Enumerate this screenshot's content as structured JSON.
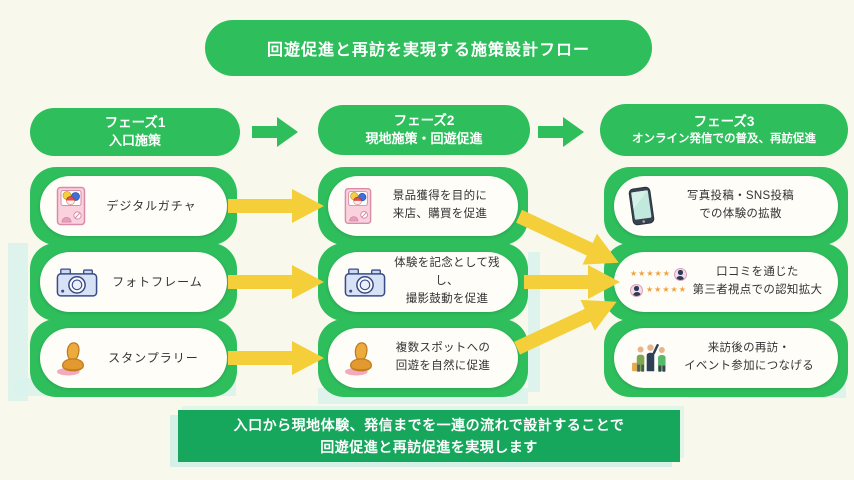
{
  "title": "回遊促進と再訪を実現する施策設計フロー",
  "phases": [
    {
      "name": "フェーズ1",
      "subtitle": "入口施策",
      "rows": [
        {
          "icon": "gacha-machine-icon",
          "lines": [
            "デジタルガチャ"
          ]
        },
        {
          "icon": "camera-icon",
          "lines": [
            "フォトフレーム"
          ]
        },
        {
          "icon": "stamp-icon",
          "lines": [
            "スタンプラリー"
          ]
        }
      ]
    },
    {
      "name": "フェーズ2",
      "subtitle": "現地施策・回遊促進",
      "rows": [
        {
          "icon": "gacha-machine-icon",
          "lines": [
            "景品獲得を目的に",
            "来店、購買を促進"
          ]
        },
        {
          "icon": "camera-icon",
          "lines": [
            "体験を記念として残し、",
            "撮影鼓動を促進"
          ]
        },
        {
          "icon": "stamp-icon",
          "lines": [
            "複数スポットへの",
            "回遊を自然に促進"
          ]
        }
      ]
    },
    {
      "name": "フェーズ3",
      "subtitle": "オンライン発信での普及、再訪促進",
      "rows": [
        {
          "icon": "smartphone-icon",
          "lines": [
            "写真投稿・SNS投稿",
            "での体験の拡散"
          ]
        },
        {
          "icon": "review-stars-icon",
          "lines": [
            "口コミを通じた",
            "第三者視点での認知拡大"
          ]
        },
        {
          "icon": "people-group-icon",
          "lines": [
            "来訪後の再訪・",
            "イベント参加につなげる"
          ]
        }
      ]
    }
  ],
  "footer": {
    "lines": [
      "入口から現地体験、発信までを一連の流れで設計することで",
      "回遊促進と再訪促進を実現します"
    ]
  },
  "icons": {
    "stars": "★★★★★"
  },
  "colors": {
    "main_green": "#2ebe5c",
    "banner_green": "#17a75c",
    "arrow_yellow": "#f4cf3a",
    "background": "#f8f9ec",
    "tint_cyan": "#d9f2ec"
  }
}
